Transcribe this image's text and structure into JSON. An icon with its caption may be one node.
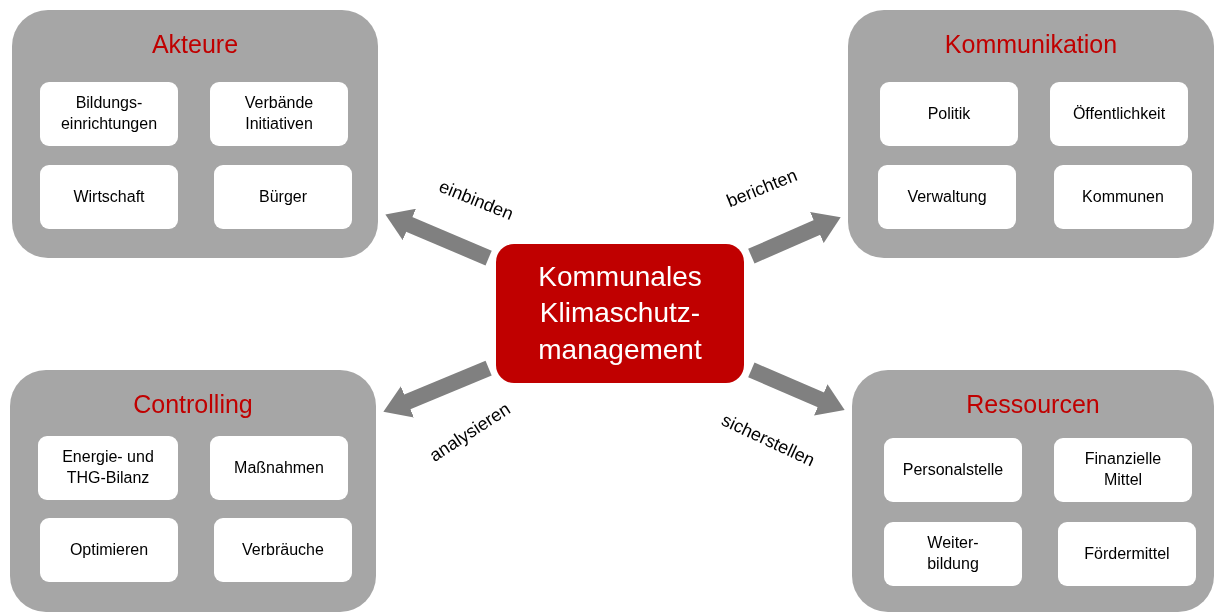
{
  "diagram": {
    "nodes": [
      {
        "text": [
          "Akteure"
        ]
      },
      {
        "text": [
          "Bildungs- einrichtungen"
        ],
        "in": 0
      },
      {
        "text": [
          "Verbände Initiativen"
        ],
        "in": 0
      },
      {
        "text": [
          "Wirtschaft"
        ],
        "in": 0
      },
      {
        "text": [
          "Bürger"
        ],
        "in": 0
      },
      {
        "text": [
          "Kommunikation"
        ]
      },
      {
        "text": [
          "Politik"
        ],
        "in": 5
      },
      {
        "text": [
          "Öffentlichkeit"
        ],
        "in": 5
      },
      {
        "text": [
          "Verwaltung"
        ],
        "in": 5
      },
      {
        "text": [
          "Kommunen"
        ],
        "in": 5
      },
      {
        "text": [
          "Kommunales Klimaschutz- management"
        ]
      },
      {
        "text": [
          "Controlling"
        ]
      },
      {
        "text": [
          "Energie- und THG-Bilanz"
        ],
        "in": 11
      },
      {
        "text": [
          "Maßnahmen"
        ],
        "in": 11
      },
      {
        "text": [
          "Optimieren"
        ],
        "in": 11
      },
      {
        "text": [
          "Verbräuche"
        ],
        "in": 11
      },
      {
        "text": [
          "Ressourcen"
        ]
      },
      {
        "text": [
          "Personalstelle"
        ],
        "in": 16
      },
      {
        "text": [
          "Finanzielle Mittel"
        ],
        "in": 16
      },
      {
        "text": [
          "Weiter- bildung"
        ],
        "in": 16
      },
      {
        "text": [
          "Fördermittel"
        ],
        "in": 16
      }
    ],
    "edges": [
      {
        "from": 10,
        "to": 0,
        "arrow": "to",
        "label": "einbinden"
      },
      {
        "from": 10,
        "to": 5,
        "arrow": "to",
        "label": "berichten"
      },
      {
        "from": 10,
        "to": 11,
        "arrow": "to",
        "label": "analysieren"
      },
      {
        "from": 10,
        "to": 16,
        "arrow": "to",
        "label": "sicherstellen"
      }
    ]
  }
}
